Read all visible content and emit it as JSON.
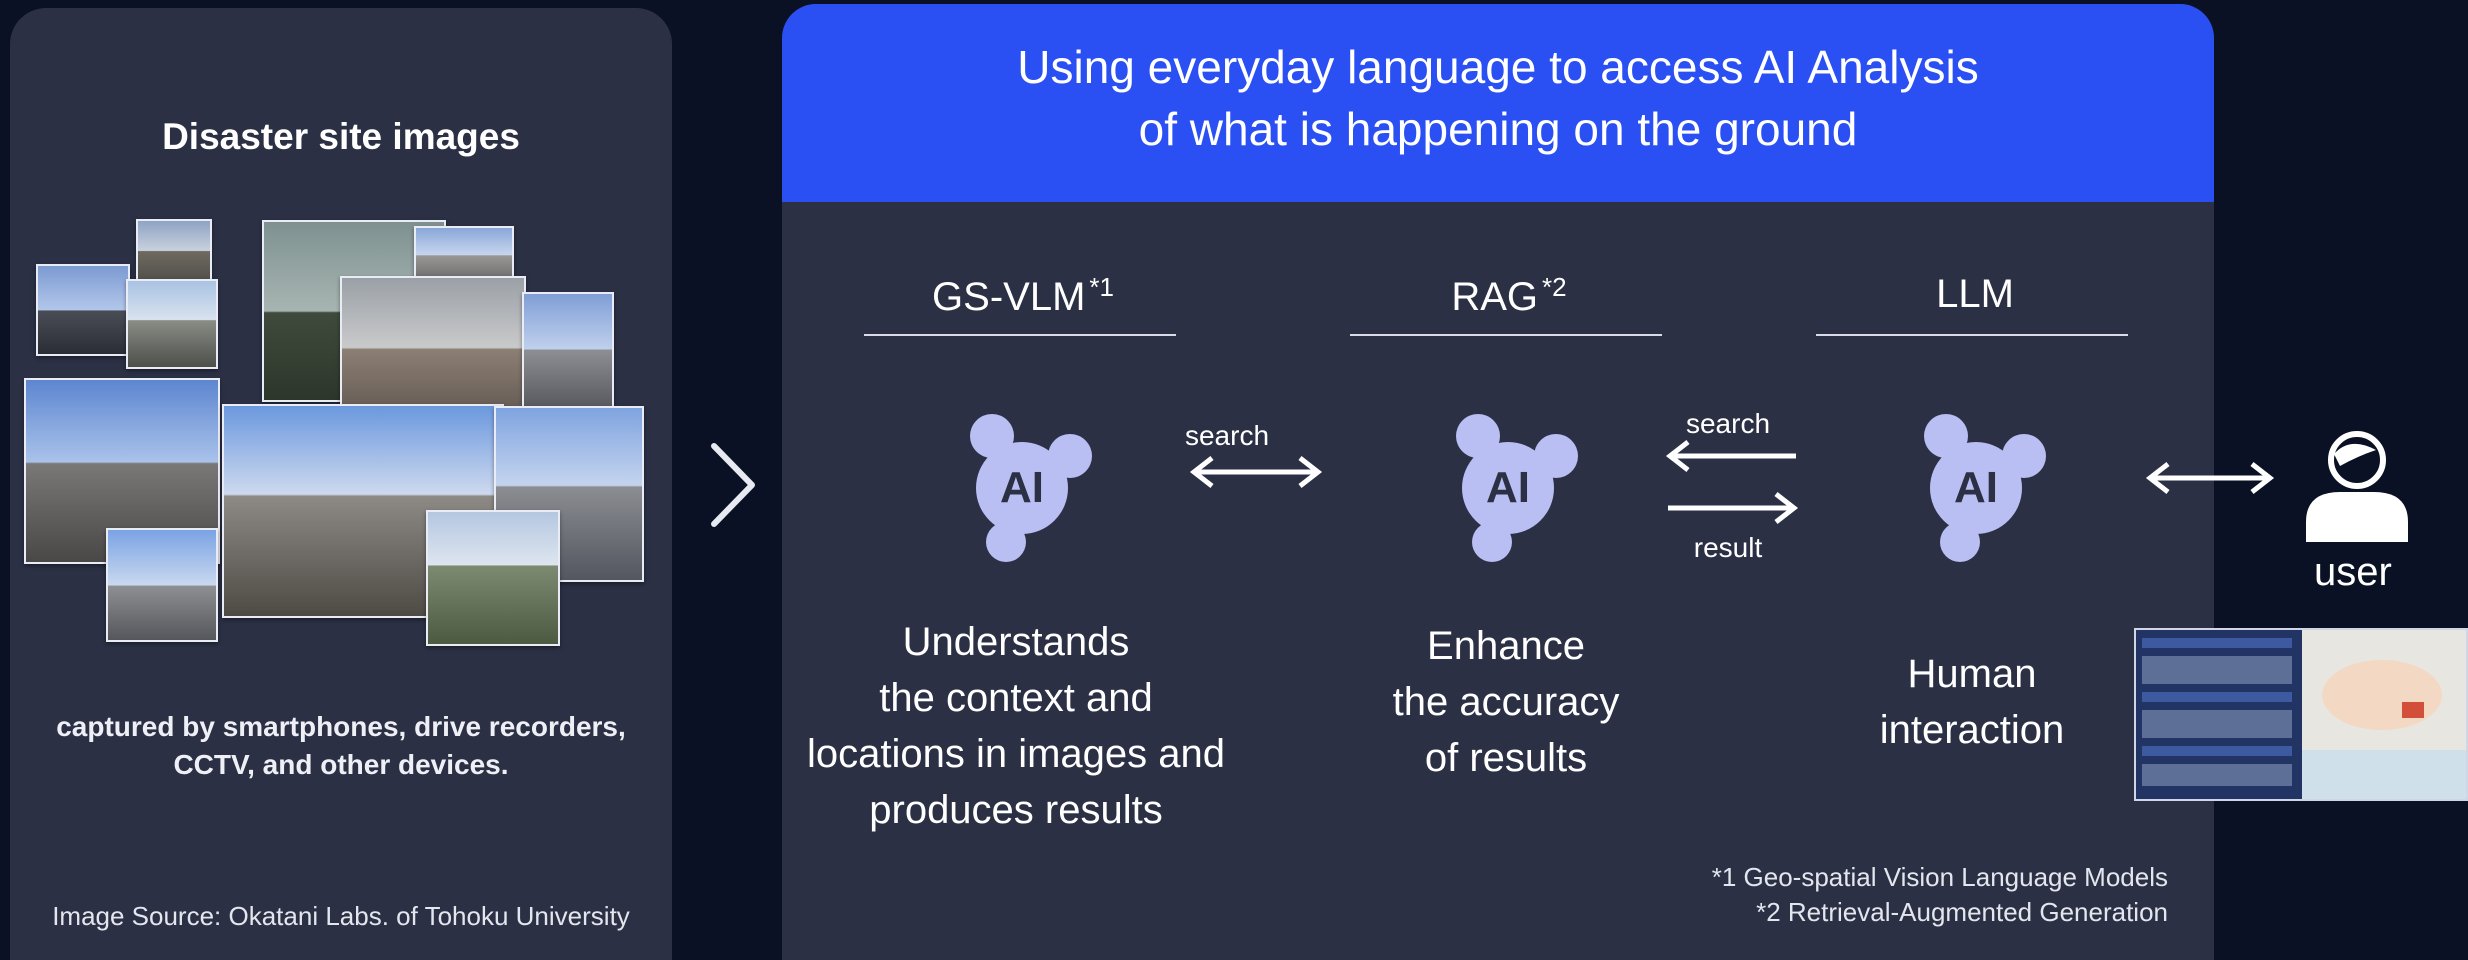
{
  "left_panel": {
    "title": "Disaster site images",
    "caption_line1": "captured by smartphones, drive recorders,",
    "caption_line2": "CCTV, and other devices.",
    "source": "Image Source: Okatani Labs. of Tohoku University"
  },
  "banner": {
    "line1": "Using everyday language to access AI Analysis",
    "line2": "of what is happening on the ground"
  },
  "columns": [
    {
      "heading": "GS-VLM",
      "mark": "*1",
      "badge": "AI",
      "desc": [
        "Understands",
        "the context and",
        "locations in images and",
        "produces results"
      ]
    },
    {
      "heading": "RAG",
      "mark": "*2",
      "badge": "AI",
      "desc": [
        "Enhance",
        "the accuracy",
        "of results"
      ]
    },
    {
      "heading": "LLM",
      "mark": "",
      "badge": "AI",
      "desc": [
        "Human",
        "interaction"
      ]
    }
  ],
  "arrows": {
    "search1": "search",
    "search2": "search",
    "result": "result"
  },
  "user": {
    "label": "user"
  },
  "footnotes": {
    "note1": "*1 Geo-spatial Vision Language Models",
    "note2": "*2  Retrieval-Augmented Generation"
  },
  "colors": {
    "background": "#0b1124",
    "panel": "#2b3045",
    "banner": "#2a4ff2",
    "ai_badge": "#b9bff3",
    "ai_text": "#2b3045"
  }
}
